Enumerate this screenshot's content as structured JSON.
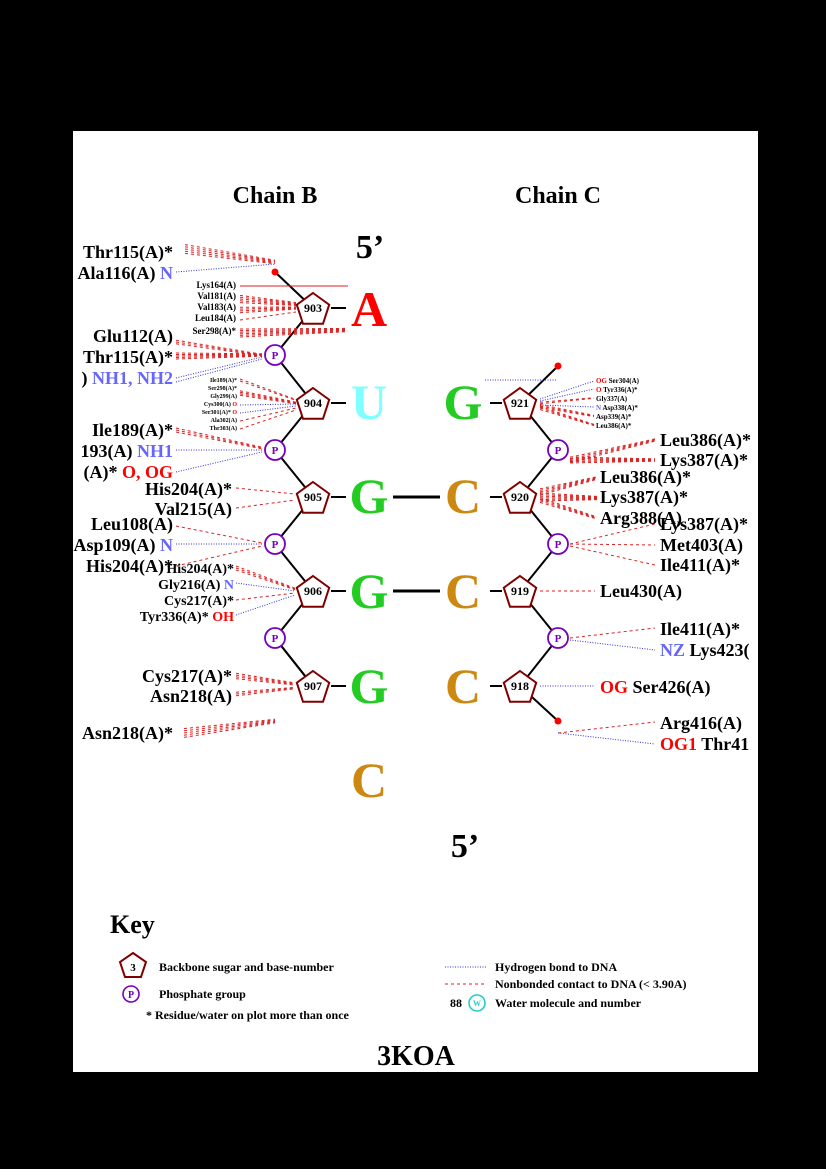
{
  "chains": {
    "left": "Chain B",
    "right": "Chain C"
  },
  "prime_top": "5’",
  "prime_bottom": "5’",
  "pdb_id": "3KOA",
  "colors": {
    "A": "#ff0000",
    "U": "#7fffff",
    "G": "#22cc22",
    "C": "#cc8811",
    "sugar": "#800000",
    "phosphate": "#7700bb",
    "hbond": "#3333dd",
    "nonbond": "#dd2222",
    "atom_blue": "#6666ff",
    "atom_red": "#ff0000"
  },
  "strand_b": {
    "sugars": [
      "903",
      "904",
      "905",
      "906",
      "907"
    ],
    "bases": [
      "A",
      "U",
      "G",
      "G",
      "G",
      "C"
    ]
  },
  "strand_c": {
    "sugars": [
      "921",
      "920",
      "919",
      "918"
    ],
    "bases": [
      "G",
      "C",
      "C",
      "C"
    ]
  },
  "labels_left": [
    {
      "res": "Thr115(A)*",
      "atom": ""
    },
    {
      "res": "Ala116(A)",
      "atom": "N"
    },
    {
      "res": "Glu112(A)",
      "atom": ""
    },
    {
      "res": "Thr115(A)*",
      "atom": ""
    },
    {
      "res": ")",
      "atom": "NH1, NH2"
    },
    {
      "res": "Ile189(A)*",
      "atom": ""
    },
    {
      "res": "193(A)",
      "atom": "NH1"
    },
    {
      "res": "(A)*",
      "atom": "O, OG"
    },
    {
      "res": "His204(A)*",
      "atom": ""
    },
    {
      "res": "Val215(A)",
      "atom": ""
    },
    {
      "res": "Leu108(A)",
      "atom": ""
    },
    {
      "res": "Asp109(A)",
      "atom": "N"
    },
    {
      "res": "His204(A)*",
      "atom": ""
    },
    {
      "res": "His204(A)*",
      "atom": ""
    },
    {
      "res": "Gly216(A)",
      "atom": "N"
    },
    {
      "res": "Cys217(A)*",
      "atom": ""
    },
    {
      "res": "Tyr336(A)*",
      "atom": "OH"
    },
    {
      "res": "Cys217(A)*",
      "atom": ""
    },
    {
      "res": "Asn218(A)",
      "atom": ""
    },
    {
      "res": "Asn218(A)*",
      "atom": ""
    }
  ],
  "small_903": [
    "Lys164(A)",
    "Val181(A)",
    "Val183(A)",
    "Leu184(A)",
    "Ser298(A)*"
  ],
  "small_904": [
    {
      "res": "Ile189(A)*",
      "atom": ""
    },
    {
      "res": "Ser298(A)*",
      "atom": ""
    },
    {
      "res": "Gly299(A)",
      "atom": ""
    },
    {
      "res": "Cys300(A)",
      "atom": "O"
    },
    {
      "res": "Ser301(A)*",
      "atom": "O"
    },
    {
      "res": "Ala302(A)",
      "atom": ""
    },
    {
      "res": "Thr303(A)",
      "atom": ""
    }
  ],
  "small_921": [
    {
      "atom": "OG",
      "res": "Ser304(A)"
    },
    {
      "atom": "O",
      "res": "Tyr336(A)*"
    },
    {
      "atom": "",
      "res": "Gly337(A)"
    },
    {
      "atom": "N",
      "res": "Asp338(A)*"
    },
    {
      "atom": "",
      "res": "Asp339(A)*"
    },
    {
      "atom": "",
      "res": "Leu386(A)*"
    }
  ],
  "labels_right": [
    {
      "atom": "",
      "res": "Leu386(A)*"
    },
    {
      "atom": "",
      "res": "Lys387(A)*"
    },
    {
      "atom": "",
      "res": "Leu386(A)*"
    },
    {
      "atom": "",
      "res": "Lys387(A)*"
    },
    {
      "atom": "",
      "res": "Arg388(A)"
    },
    {
      "atom": "",
      "res": "Lys387(A)*"
    },
    {
      "atom": "",
      "res": "Met403(A)"
    },
    {
      "atom": "",
      "res": "Ile411(A)*"
    },
    {
      "atom": "",
      "res": "Leu430(A)"
    },
    {
      "atom": "",
      "res": "Ile411(A)*"
    },
    {
      "atom": "NZ",
      "res": "Lys423("
    },
    {
      "atom": "OG",
      "res": "Ser426(A)"
    },
    {
      "atom": "",
      "res": "Arg416(A)"
    },
    {
      "atom": "OG1",
      "res": "Thr41"
    }
  ],
  "key": {
    "title": "Key",
    "sugar_example": "3",
    "sugar_text": "Backbone sugar and base-number",
    "phosphate_symbol": "P",
    "phosphate_text": "Phosphate group",
    "star_text": "* Residue/water on plot more than once",
    "hbond_text": "Hydrogen bond to DNA",
    "nonbond_text": "Nonbonded contact to DNA (< 3.90A)",
    "water_number": "88",
    "water_symbol": "W",
    "water_text": "Water molecule and number"
  }
}
